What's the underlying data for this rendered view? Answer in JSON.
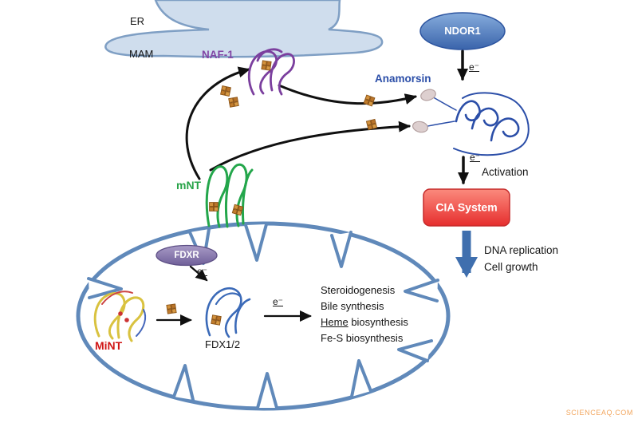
{
  "figure": {
    "labels": {
      "er": "ER",
      "mam": "MAM",
      "naf1": "NAF-1",
      "ndor1": "NDOR1",
      "anamorsin": "Anamorsin",
      "electron": "e⁻",
      "activation": "Activation",
      "cia_system": "CIA System",
      "dna_replication": "DNA replication",
      "cell_growth": "Cell growth",
      "mnt": "mNT",
      "fdxr": "FDXR",
      "mint": "MiNT",
      "fdx12": "FDX1/2"
    },
    "outcomes": {
      "steroidogenesis": "Steroidogenesis",
      "bile": "Bile synthesis",
      "heme_underlined": "Heme",
      "heme_rest": "biosynthesis",
      "fes": "Fe-S biosynthesis"
    },
    "watermark": "SCIENCEAQ.COM",
    "colors": {
      "ndor1_fill": "#4a76bc",
      "cia_fill": "#ef4d3e",
      "fdxr_fill": "#8577ad",
      "membrane_stroke": "#6089ba",
      "er_fill": "#cfdded",
      "naf1_text": "#8246a5",
      "anamorsin_text": "#2b4ea8",
      "mnt_text": "#27a348",
      "mint_text": "#d01616",
      "big_arrow_blue": "#3f6fae",
      "fes_cluster_orange": "#c87f2e",
      "watermark_orange": "#f2a65e"
    }
  }
}
